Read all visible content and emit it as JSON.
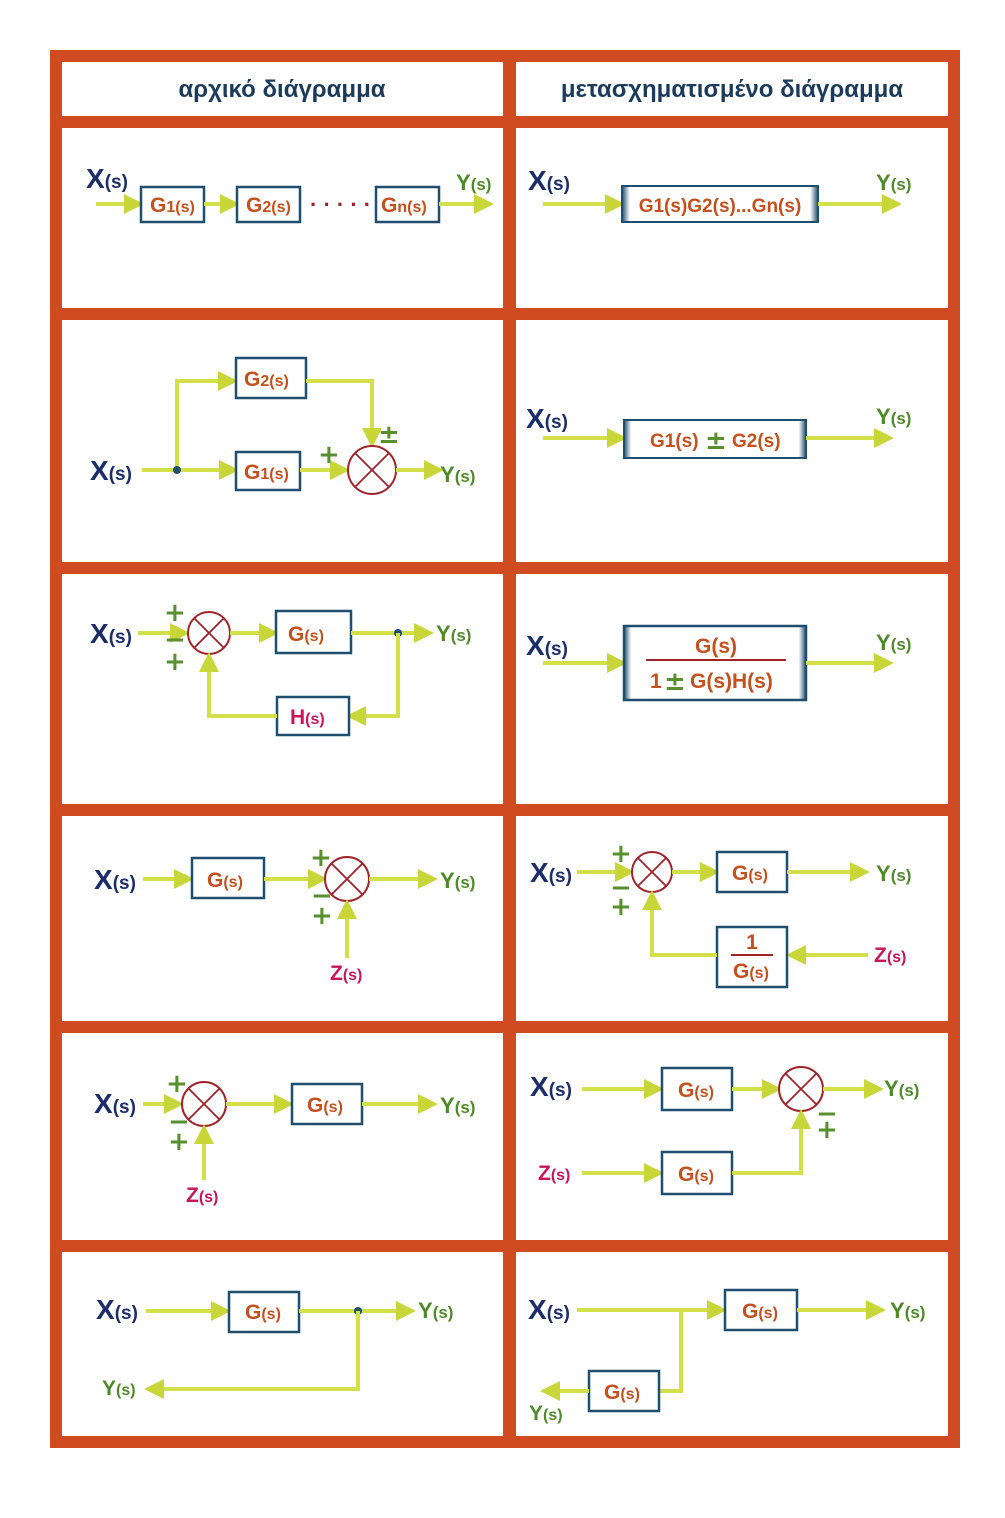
{
  "header": {
    "left": "αρχικό διάγραμμα",
    "right": "μετασχηματισμένο διάγραμμα"
  },
  "labels": {
    "X": "X",
    "Y": "Y",
    "Z": "Z",
    "s": "(s)",
    "one": "1",
    "G": "G",
    "G1": "G",
    "G1_sub": "1(s)",
    "G2": "G",
    "G2_sub": "2(s)",
    "Gn": "G",
    "Gn_sub": "n(s)",
    "H": "H",
    "dots": "· · · · ·",
    "product": "G1(s)G2(s)...Gn(s)",
    "sum_a": "G1(s)",
    "sum_b": "G2(s)",
    "plus": "+",
    "minus": "−",
    "pm": "±",
    "fb_num": "G(s)",
    "fb_den_a": "1",
    "fb_den_b": "G(s)H(s)"
  },
  "colors": {
    "frame": "#d04a22",
    "wire": "#d4e04a",
    "x_text": "#1b2e6b",
    "y_text": "#4f8a2a",
    "z_text": "#c8155a",
    "block_text": "#c4501e",
    "h_text": "#c8155a",
    "sign": "#5a8f2f",
    "block_border": "#1f4e6e",
    "junction": "#a0232a"
  }
}
